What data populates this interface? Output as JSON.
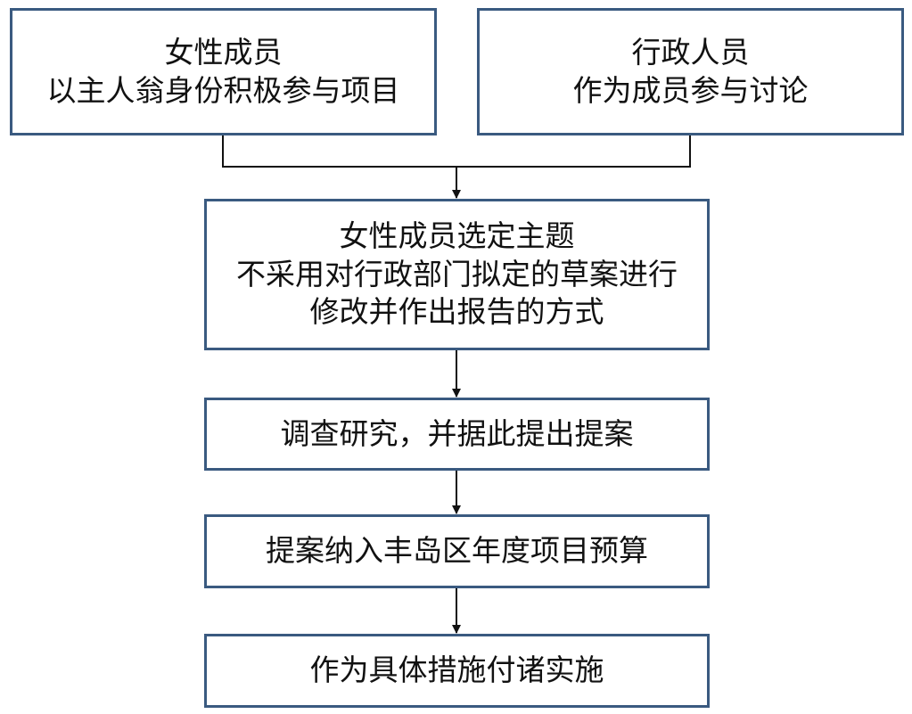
{
  "colors": {
    "box_border": "#3a5a80",
    "line": "#111111",
    "text": "#111111"
  },
  "boxes": {
    "women_members": {
      "lines": [
        "女性成员",
        "以主人翁身份积极参与项目"
      ]
    },
    "admin_staff": {
      "lines": [
        "行政人员",
        "作为成员参与讨论"
      ]
    },
    "topic_selection": {
      "lines": [
        "女性成员选定主题",
        "不采用对行政部门拟定的草案进行",
        "修改并作出报告的方式"
      ]
    },
    "research": {
      "lines": [
        "调查研究，并据此提出提案"
      ]
    },
    "budget": {
      "lines": [
        "提案纳入丰岛区年度项目预算"
      ]
    },
    "implementation": {
      "lines": [
        "作为具体措施付诸实施"
      ]
    }
  }
}
